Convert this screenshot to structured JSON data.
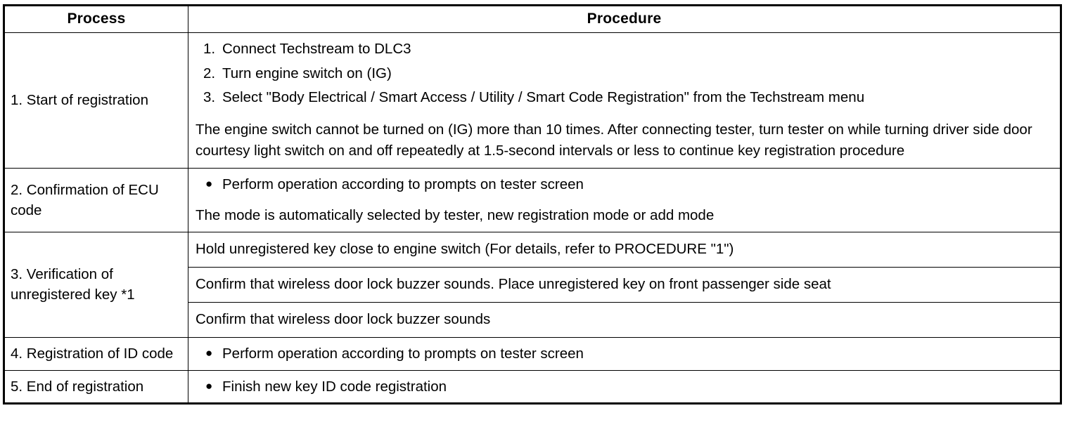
{
  "table": {
    "headers": {
      "process": "Process",
      "procedure": "Procedure"
    },
    "rows": [
      {
        "process": "1. Start of registration",
        "steps": [
          {
            "num": "1.",
            "text": "Connect Techstream to DLC3"
          },
          {
            "num": "2.",
            "text": "Turn engine switch on (IG)"
          },
          {
            "num": "3.",
            "text": "Select \"Body Electrical / Smart Access / Utility / Smart Code Registration\" from the Techstream menu"
          }
        ],
        "note": "The engine switch cannot be turned on (IG) more than 10 times. After connecting tester, turn tester on while turning driver side door courtesy light switch on and off repeatedly at 1.5-second intervals or less to continue key registration procedure"
      },
      {
        "process": "2. Confirmation of ECU code",
        "bullets": [
          {
            "marker": "●",
            "text": "Perform operation according to prompts on tester screen"
          }
        ],
        "note": "The mode is automatically selected by tester, new registration mode or add mode"
      },
      {
        "process": "3. Verification of unregistered key *1",
        "sub_rows": [
          "Hold unregistered key close to engine switch (For details, refer to PROCEDURE \"1\")",
          "Confirm that wireless door lock buzzer sounds. Place unregistered key on front passenger side seat",
          "Confirm that wireless door lock buzzer sounds"
        ]
      },
      {
        "process": "4. Registration of ID code",
        "bullets": [
          {
            "marker": "●",
            "text": "Perform operation according to prompts on tester screen"
          }
        ]
      },
      {
        "process": "5. End of registration",
        "bullets": [
          {
            "marker": "●",
            "text": "Finish new key ID code registration"
          }
        ]
      }
    ]
  },
  "colors": {
    "border": "#000000",
    "text": "#000000",
    "background": "#ffffff"
  }
}
